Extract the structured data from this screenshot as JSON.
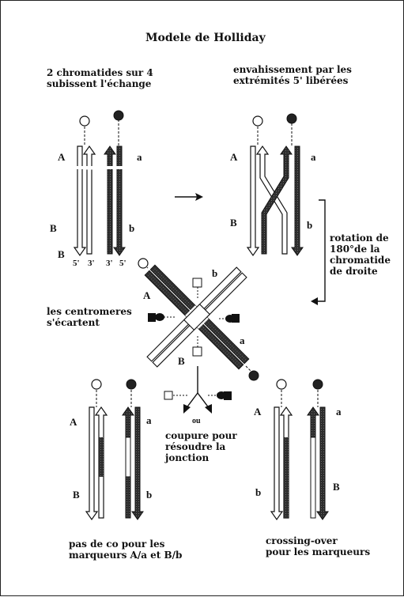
{
  "title": "Modele de Holliday",
  "captions": {
    "step1": "2 chromatides sur 4\nsubissent l'échange",
    "step2": "envahissement par les\nextrémités 5' libérées",
    "rotation": "rotation de\n180°de la\nchromatide\nde droite",
    "centromeres": "les centromeres\ns'écartent",
    "cut": "coupure pour\nrésoudre la\njonction",
    "or": "ou",
    "no_co": "pas de co pour les\nmarqueurs A/a et B/b",
    "co": "crossing-over\npour les marqueurs"
  },
  "labels": {
    "A": "A",
    "a": "a",
    "B": "B",
    "b": "b",
    "p5": "5'",
    "p3": "3'"
  },
  "colors": {
    "strand_dark": "#3a3a3a",
    "strand_light": "#ffffff",
    "ink": "#111111"
  }
}
